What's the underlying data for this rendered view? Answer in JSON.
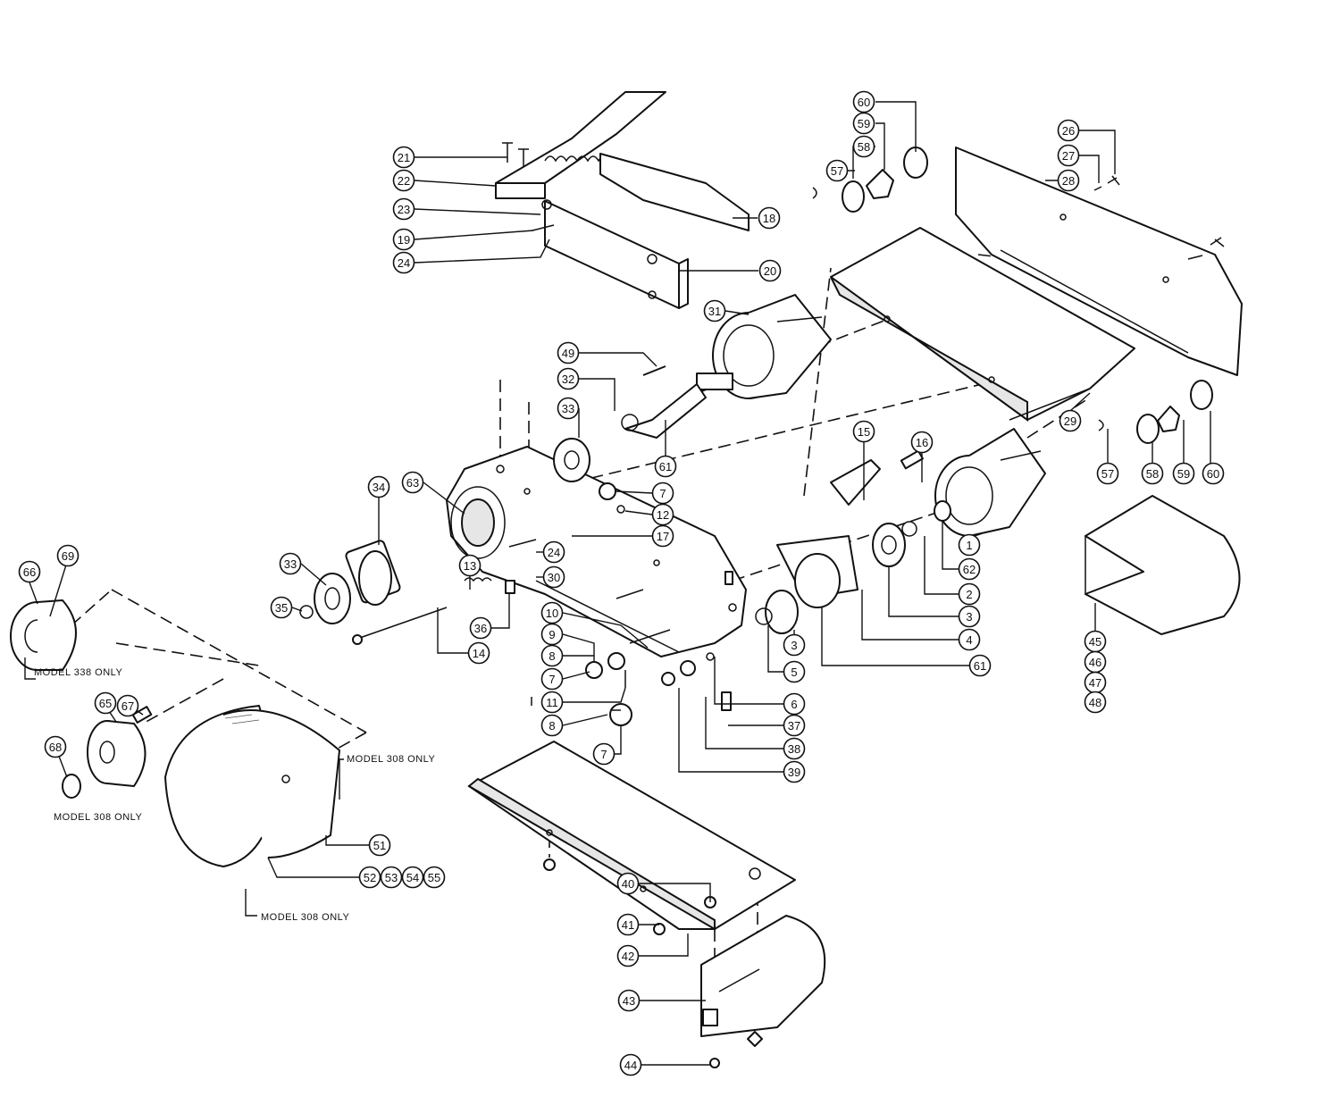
{
  "callouts": [
    {
      "n": "21"
    },
    {
      "n": "22"
    },
    {
      "n": "23"
    },
    {
      "n": "19"
    },
    {
      "n": "24"
    },
    {
      "n": "18"
    },
    {
      "n": "20"
    },
    {
      "n": "60"
    },
    {
      "n": "59"
    },
    {
      "n": "58"
    },
    {
      "n": "57"
    },
    {
      "n": "26"
    },
    {
      "n": "27"
    },
    {
      "n": "28"
    },
    {
      "n": "31"
    },
    {
      "n": "49"
    },
    {
      "n": "32"
    },
    {
      "n": "33"
    },
    {
      "n": "63"
    },
    {
      "n": "34"
    },
    {
      "n": "7"
    },
    {
      "n": "12"
    },
    {
      "n": "17"
    },
    {
      "n": "24"
    },
    {
      "n": "30"
    },
    {
      "n": "61"
    },
    {
      "n": "15"
    },
    {
      "n": "16"
    },
    {
      "n": "29"
    },
    {
      "n": "57"
    },
    {
      "n": "58"
    },
    {
      "n": "59"
    },
    {
      "n": "60"
    },
    {
      "n": "1"
    },
    {
      "n": "62"
    },
    {
      "n": "2"
    },
    {
      "n": "3"
    },
    {
      "n": "4"
    },
    {
      "n": "3"
    },
    {
      "n": "5"
    },
    {
      "n": "61"
    },
    {
      "n": "6"
    },
    {
      "n": "37"
    },
    {
      "n": "38"
    },
    {
      "n": "39"
    },
    {
      "n": "33"
    },
    {
      "n": "35"
    },
    {
      "n": "13"
    },
    {
      "n": "36"
    },
    {
      "n": "14"
    },
    {
      "n": "10"
    },
    {
      "n": "9"
    },
    {
      "n": "8"
    },
    {
      "n": "7"
    },
    {
      "n": "11"
    },
    {
      "n": "8"
    },
    {
      "n": "7"
    },
    {
      "n": "66"
    },
    {
      "n": "69"
    },
    {
      "n": "65"
    },
    {
      "n": "67"
    },
    {
      "n": "68"
    },
    {
      "n": "51"
    },
    {
      "n": "52"
    },
    {
      "n": "53"
    },
    {
      "n": "54"
    },
    {
      "n": "55"
    },
    {
      "n": "40"
    },
    {
      "n": "41"
    },
    {
      "n": "42"
    },
    {
      "n": "43"
    },
    {
      "n": "44"
    },
    {
      "n": "45"
    },
    {
      "n": "46"
    },
    {
      "n": "47"
    },
    {
      "n": "48"
    }
  ],
  "notes": {
    "model338": "MODEL 338 ONLY",
    "model308_right": "MODEL 308 ONLY",
    "model308_left": "MODEL 308 ONLY",
    "model308_bottom": "MODEL 308 ONLY"
  }
}
